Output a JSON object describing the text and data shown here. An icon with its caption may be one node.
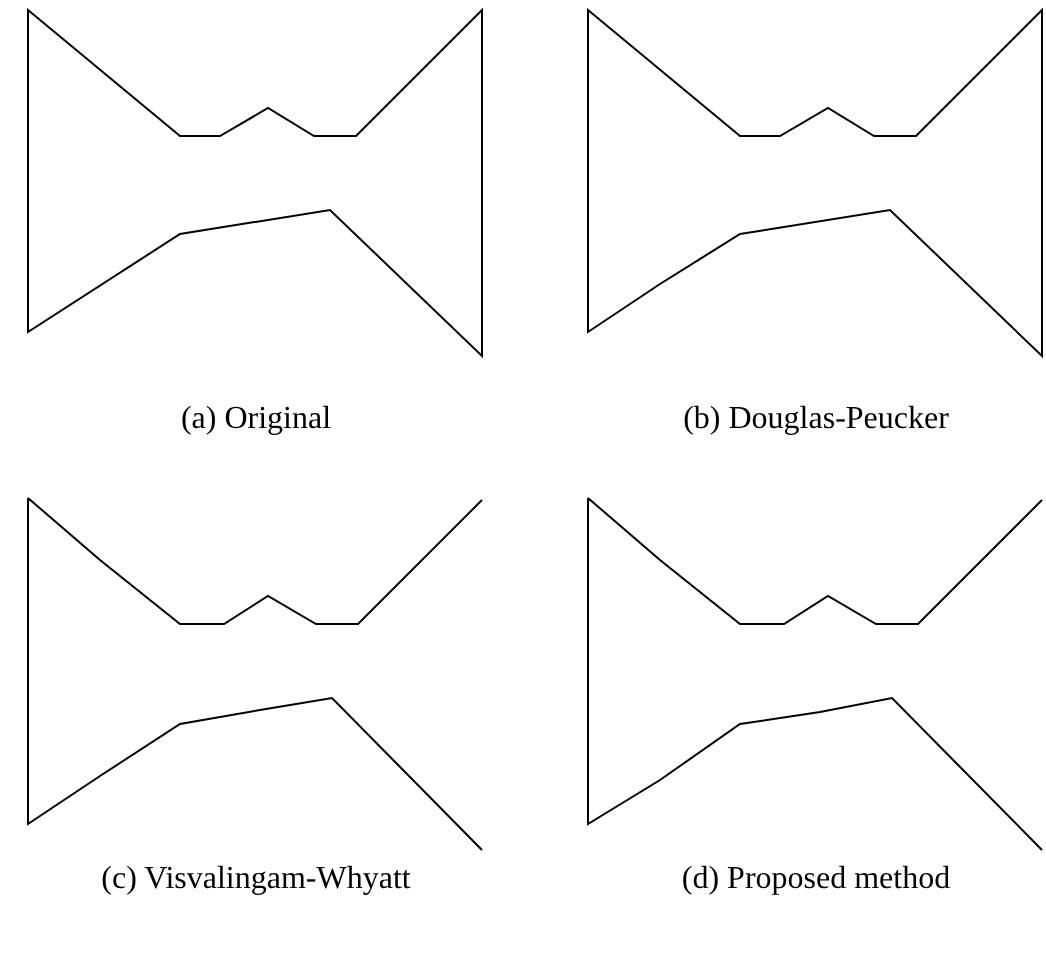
{
  "diagram": {
    "labels": [
      "(a) Original",
      "(b) Douglas-Peucker",
      "(c) Visvalingam-Whyatt",
      "(d) Proposed method"
    ]
  }
}
